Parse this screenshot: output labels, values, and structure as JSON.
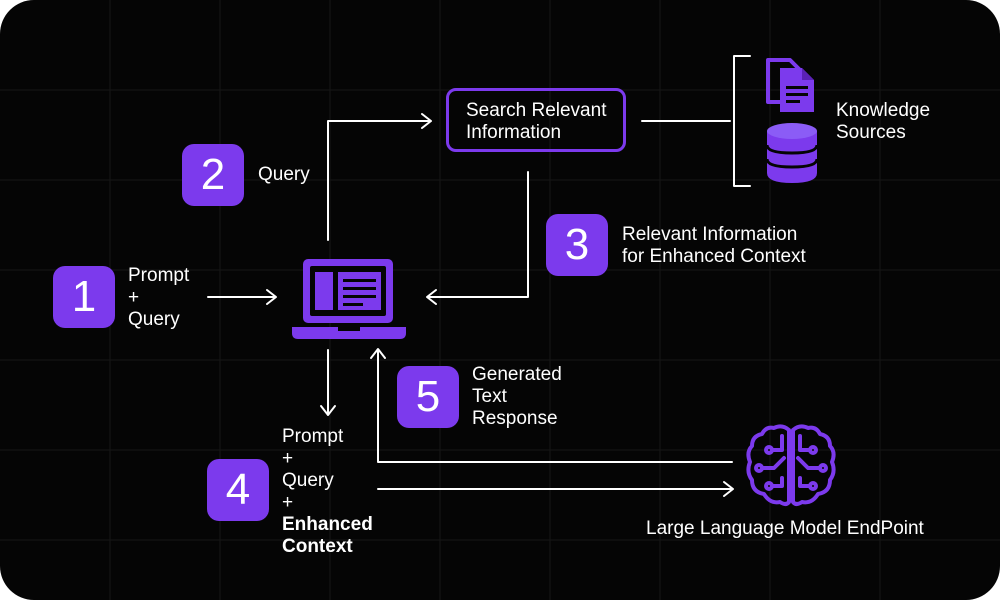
{
  "colors": {
    "accent": "#7c3aed",
    "background": "#050505",
    "text": "#ffffff",
    "line": "#ffffff"
  },
  "steps": [
    {
      "number": "1",
      "lines": [
        "Prompt",
        "+",
        "Query"
      ]
    },
    {
      "number": "2",
      "lines": [
        "Query"
      ]
    },
    {
      "number": "3",
      "lines": [
        "Relevant Information",
        "for Enhanced Context"
      ]
    },
    {
      "number": "4",
      "lines": [
        "Prompt",
        "+",
        "Query",
        "+"
      ],
      "bold_lines": [
        "Enhanced",
        "Context"
      ]
    },
    {
      "number": "5",
      "lines": [
        "Generated",
        "Text",
        "Response"
      ]
    }
  ],
  "nodes": {
    "search": {
      "lines": [
        "Search Relevant",
        "Information"
      ]
    },
    "knowledge": {
      "lines": [
        "Knowledge",
        "Sources"
      ],
      "icons": [
        "document-icon",
        "database-icon"
      ]
    },
    "client": {
      "icon": "laptop-icon"
    },
    "llm": {
      "label": "Large Language Model EndPoint",
      "icon": "brain-circuit-icon"
    }
  }
}
